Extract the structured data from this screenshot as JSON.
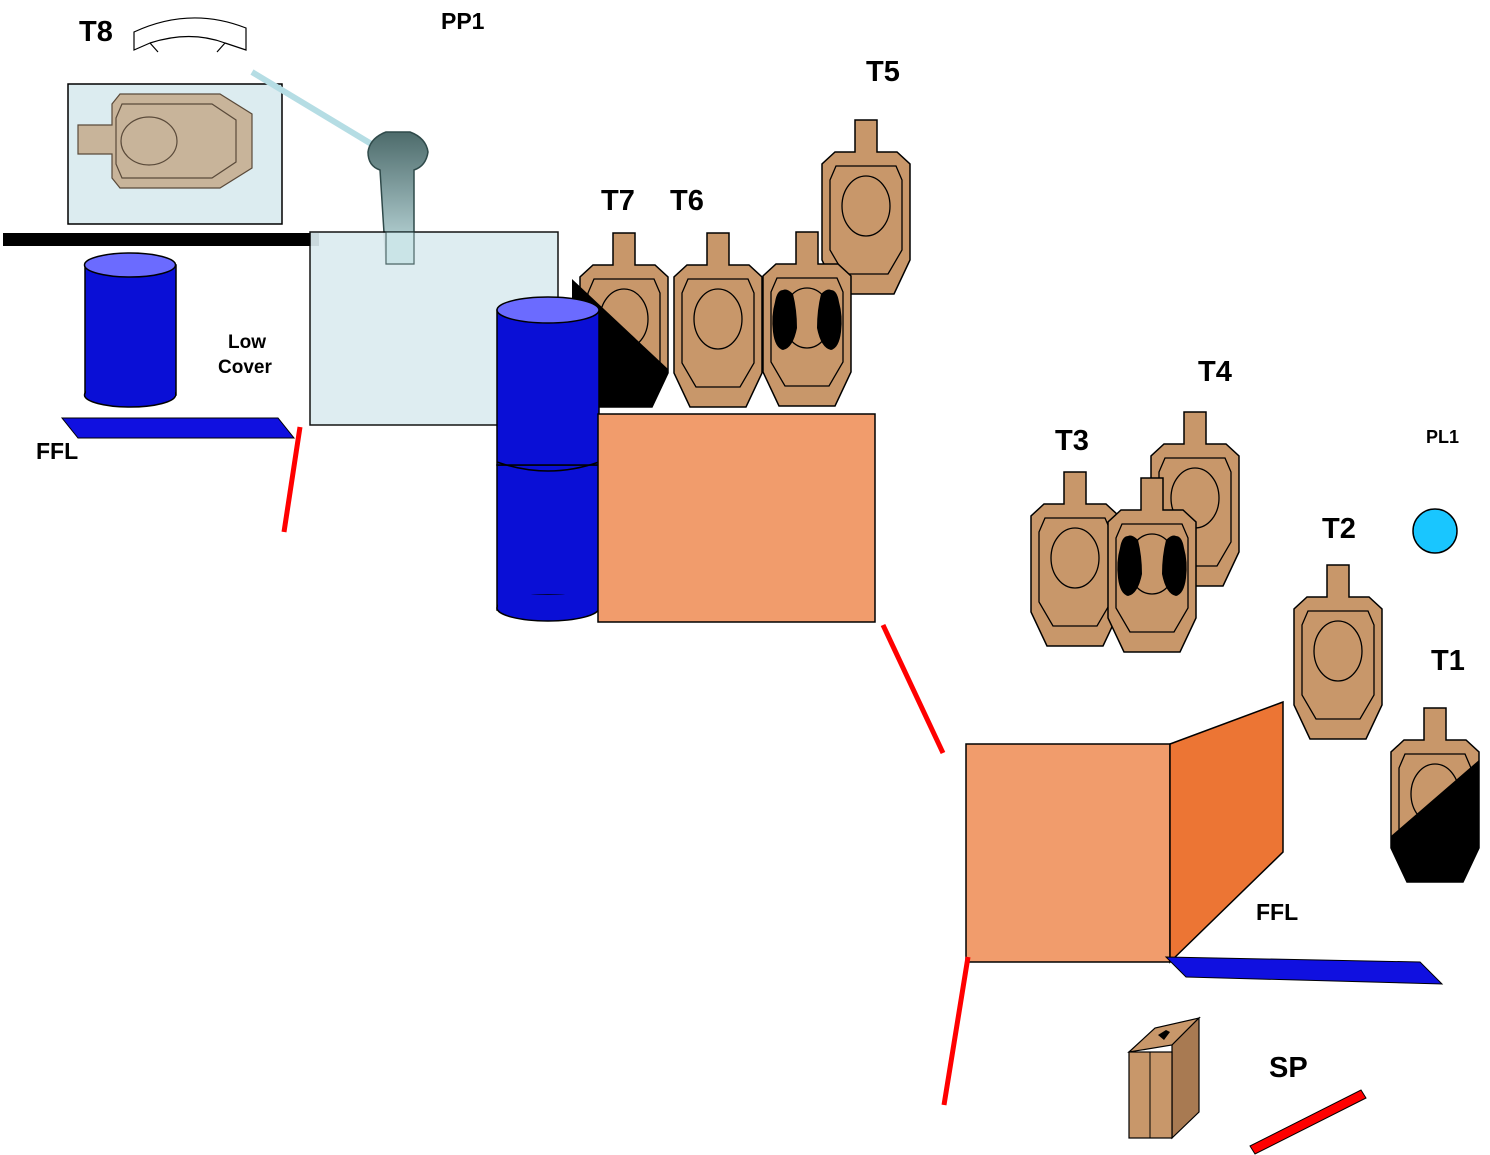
{
  "targets": {
    "t1": "T1",
    "t2": "T2",
    "t3": "T3",
    "t4": "T4",
    "t5": "T5",
    "t6": "T6",
    "t7": "T7",
    "t8": "T8"
  },
  "markers": {
    "pp1": "PP1",
    "pl1": "PL1",
    "sp": "SP",
    "ffl_left": "FFL",
    "ffl_right": "FFL",
    "low_cover_line1": "Low",
    "low_cover_line2": "Cover"
  },
  "colors": {
    "target_fill": "#c8976a",
    "target_stroke": "#000000",
    "barrel_blue": "#0a0fd6",
    "barrel_top": "#6b6bff",
    "box_fill": "#f19c6c",
    "box_side": "#ec7534",
    "fault_line": "#1010e0",
    "wall_red": "#ff0000",
    "glass": "#dcecf0",
    "pl1_cyan": "#19c6ff"
  }
}
